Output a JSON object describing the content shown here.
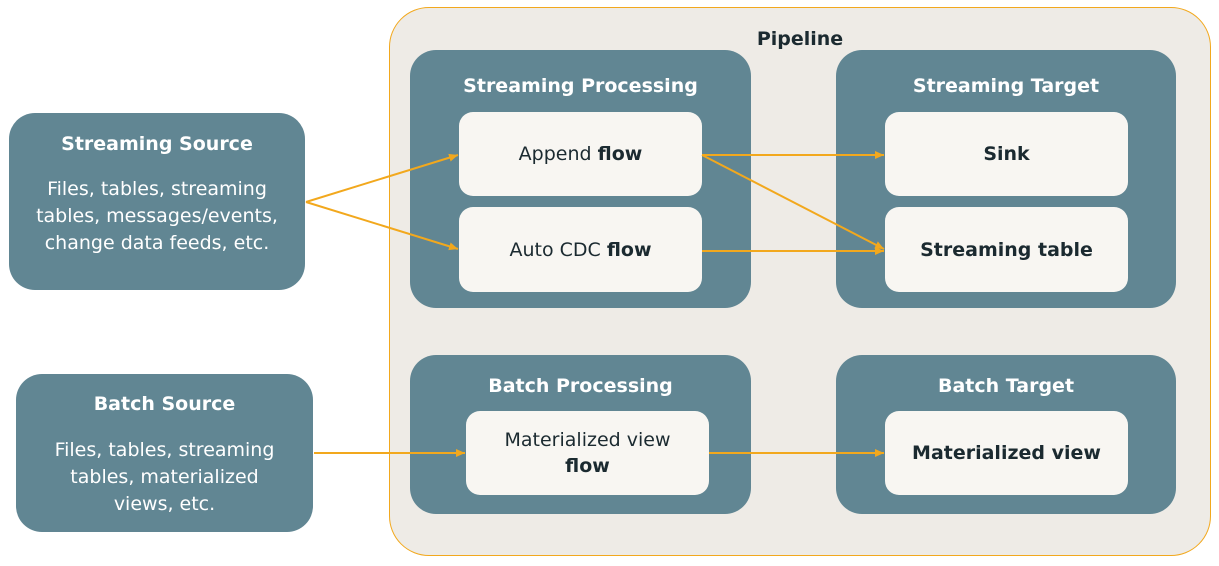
{
  "pipeline": {
    "title": "Pipeline"
  },
  "streaming_source": {
    "title": "Streaming Source",
    "lines": [
      "Files, tables, streaming",
      "tables, messages/events,",
      "change data feeds, etc."
    ]
  },
  "batch_source": {
    "title": "Batch Source",
    "lines": [
      "Files, tables, streaming",
      "tables, materialized",
      "views, etc."
    ]
  },
  "streaming_processing": {
    "title": "Streaming Processing",
    "append": {
      "prefix": "Append",
      "bold": "flow"
    },
    "auto_cdc": {
      "prefix": "Auto CDC",
      "bold": "flow"
    }
  },
  "batch_processing": {
    "title": "Batch Processing",
    "mv_flow": {
      "prefix": "Materialized view",
      "bold": "flow"
    }
  },
  "streaming_target": {
    "title": "Streaming Target",
    "sink": "Sink",
    "streaming_table": "Streaming table"
  },
  "batch_target": {
    "title": "Batch Target",
    "materialized_view": "Materialized view"
  },
  "colors": {
    "pipeline_bg": "#eeebe6",
    "pipeline_border": "#f2a81d",
    "box": "#618693",
    "card": "#f8f6f2",
    "arrow": "#f2a81d"
  }
}
